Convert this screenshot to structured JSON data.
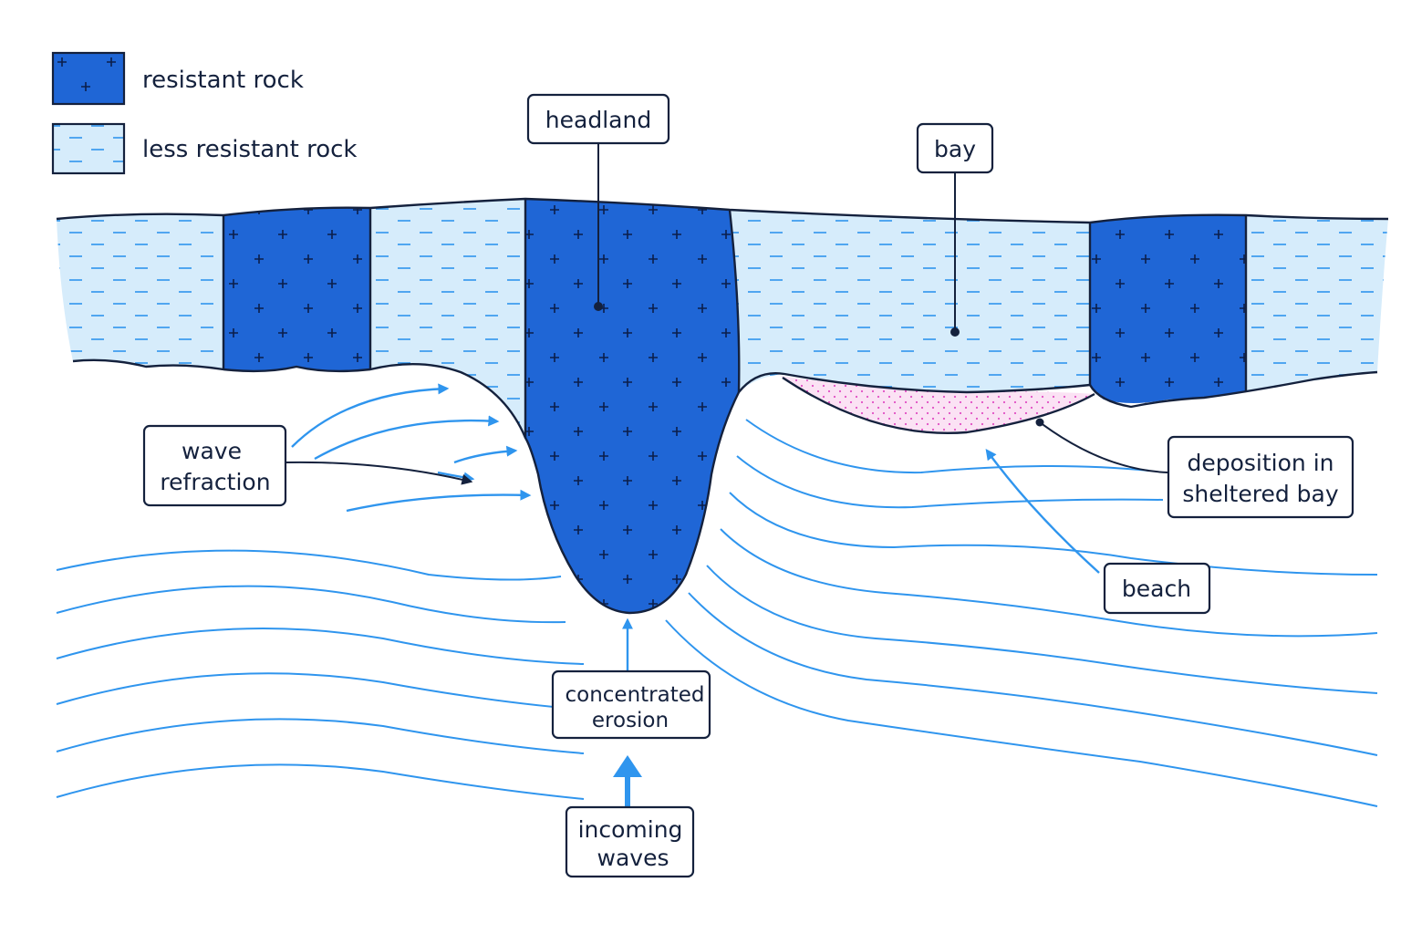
{
  "legend": {
    "resistant": "resistant rock",
    "less_resistant": "less resistant rock"
  },
  "labels": {
    "headland": "headland",
    "bay": "bay",
    "wave_refraction": [
      "wave",
      "refraction"
    ],
    "deposition": [
      "deposition in",
      "sheltered bay"
    ],
    "beach": "beach",
    "concentrated_erosion": [
      "concentrated",
      "erosion"
    ],
    "incoming_waves": [
      "incoming",
      "waves"
    ]
  },
  "colors": {
    "resistant_rock": "#1f66d6",
    "less_resistant_rock": "#d6ecfb",
    "wave_line": "#2f95ee",
    "beach_deposit": "#fbe2f4",
    "outline": "#14213d"
  }
}
